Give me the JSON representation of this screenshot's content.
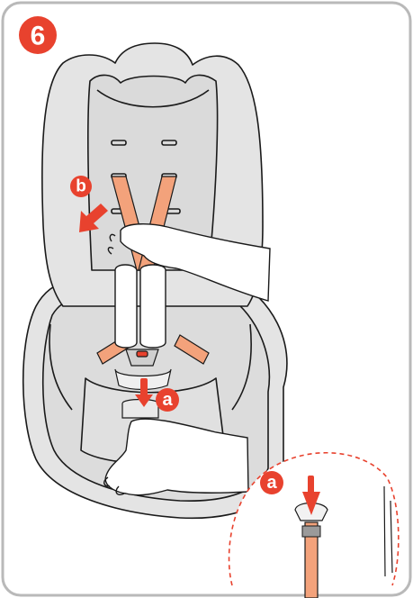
{
  "step": {
    "number": "6",
    "badge_color": "#e8422e"
  },
  "labels": {
    "push_down": "a",
    "pull_side": "b",
    "detail": "a"
  },
  "colors": {
    "seat_fill": "#e4e4e4",
    "seat_inner": "#dadada",
    "seat_outline": "#1a1a1a",
    "strap": "#f3a27b",
    "accent": "#e8422e",
    "frame": "#b9b9b9",
    "glove": "#ffffff"
  },
  "icons": {
    "push_arrow": "arrow-down-icon",
    "pull_arrow": "arrow-down-left-icon"
  }
}
